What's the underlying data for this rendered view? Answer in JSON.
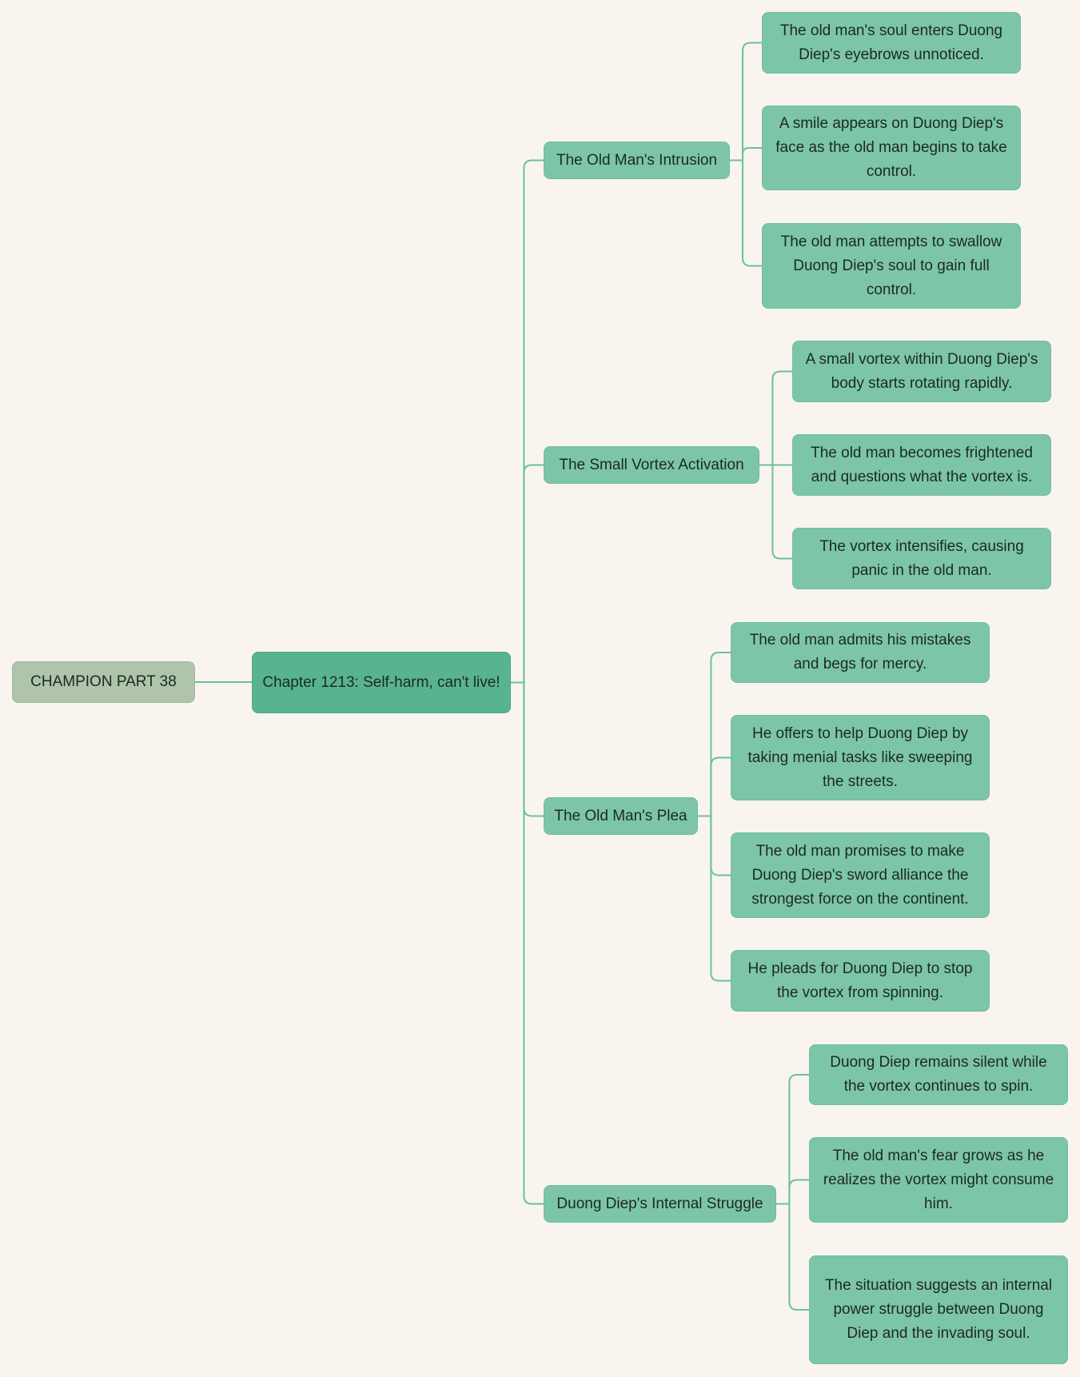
{
  "root": "CHAMPION PART 38",
  "chapter": "Chapter 1213: Self-harm, can't live!",
  "branches": [
    {
      "label": "The Old Man's Intrusion",
      "items": [
        "The old man's soul enters Duong Diep's eyebrows unnoticed.",
        "A smile appears on Duong Diep's face as the old man begins to take control.",
        "The old man attempts to swallow Duong Diep's soul to gain full control."
      ]
    },
    {
      "label": "The Small Vortex Activation",
      "items": [
        "A small vortex within Duong Diep's body starts rotating rapidly.",
        "The old man becomes frightened and questions what the vortex is.",
        "The vortex intensifies, causing panic in the old man."
      ]
    },
    {
      "label": "The Old Man's Plea",
      "items": [
        "The old man admits his mistakes and begs for mercy.",
        "He offers to help Duong Diep by taking menial tasks like sweeping the streets.",
        "The old man promises to make Duong Diep's sword alliance the strongest force on the continent.",
        "He pleads for Duong Diep to stop the vortex from spinning."
      ]
    },
    {
      "label": "Duong Diep's Internal Struggle",
      "items": [
        "Duong Diep remains silent while the vortex continues to spin.",
        "The old man's fear grows as he realizes the vortex might consume him.",
        "The situation suggests an internal power struggle between Duong Diep and the invading soul."
      ]
    }
  ],
  "colors": {
    "background": "#f9f5ee",
    "root": "#afc4aa",
    "chapter": "#58b391",
    "node": "#7dc5a8",
    "line": "#6cc09e"
  }
}
